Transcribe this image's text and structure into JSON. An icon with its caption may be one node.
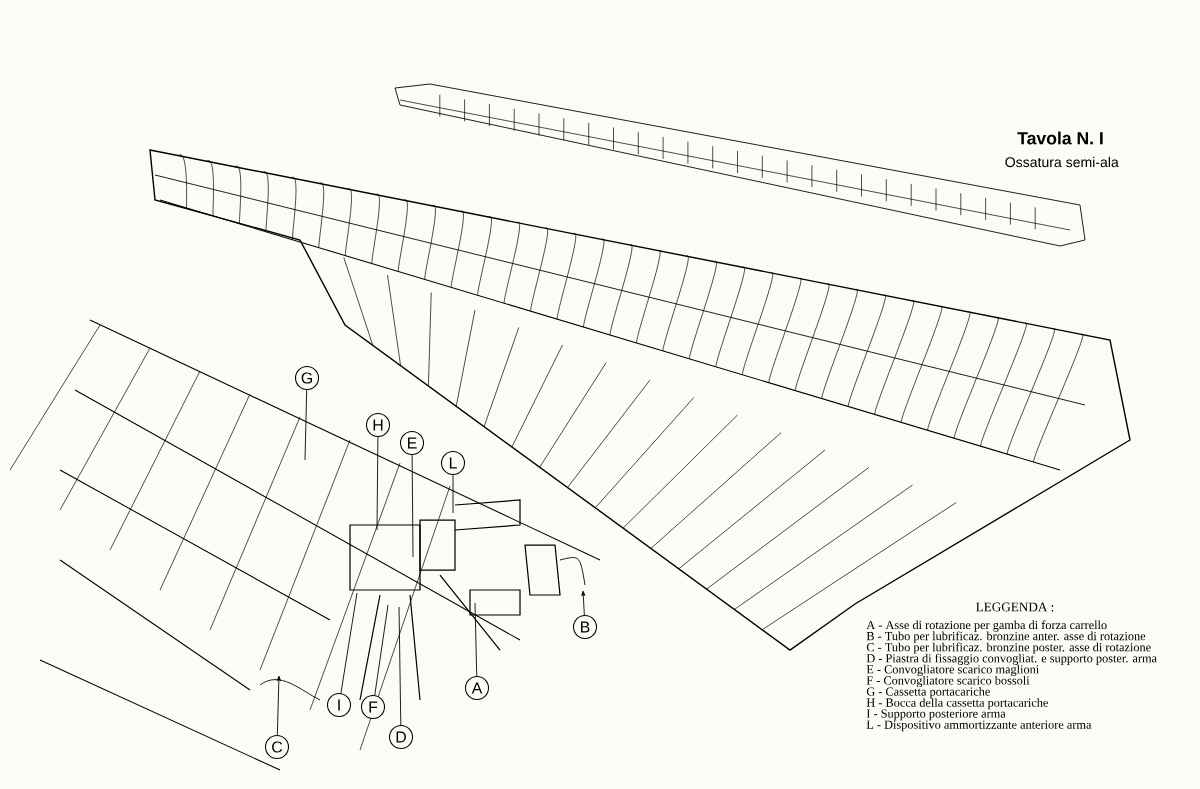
{
  "diagram": {
    "title": "Tavola N. I",
    "nodes": [
      {
        "text": [
          "G"
        ]
      },
      {
        "text": [
          "H"
        ]
      },
      {
        "text": [
          "E"
        ]
      },
      {
        "text": [
          "L"
        ]
      },
      {
        "text": [
          "B"
        ]
      },
      {
        "text": [
          "A"
        ]
      },
      {
        "text": [
          "I"
        ]
      },
      {
        "text": [
          "F"
        ]
      },
      {
        "text": [
          "D"
        ]
      },
      {
        "text": [
          "C"
        ]
      }
    ],
    "edges": [
      {
        "from": 0,
        "to": null,
        "arrow": "none"
      },
      {
        "from": 1,
        "to": null,
        "arrow": "none"
      },
      {
        "from": 2,
        "to": null,
        "arrow": "none"
      },
      {
        "from": 3,
        "to": null,
        "arrow": "none"
      },
      {
        "from": 4,
        "to": null,
        "arrow": "to"
      },
      {
        "from": 5,
        "to": null,
        "arrow": "none"
      },
      {
        "from": 6,
        "to": null,
        "arrow": "none"
      },
      {
        "from": 7,
        "to": null,
        "arrow": "none"
      },
      {
        "from": 8,
        "to": null,
        "arrow": "none"
      },
      {
        "from": 9,
        "to": null,
        "arrow": "to"
      }
    ],
    "labels": [
      "Ossatura semi-ala",
      "LEGGENDA :",
      "A - Asse di rotazione per gamba di forza carrello",
      "B - Tubo per lubrificaz. bronzine anter. asse di rotazione",
      "C - Tubo per lubrificaz. bronzine poster. asse di rotazione",
      "D - Piastra di fissaggio convogliat. e supporto poster. arma",
      "E - Convogliatore scarico maglioni",
      "F - Convogliatore scarico bossoli",
      "G - Cassetta portacariche",
      "H - Bocca della cassetta portacariche",
      "I - Supporto posteriore arma",
      "L - Dispositivo ammortizzante anteriore arma"
    ]
  }
}
